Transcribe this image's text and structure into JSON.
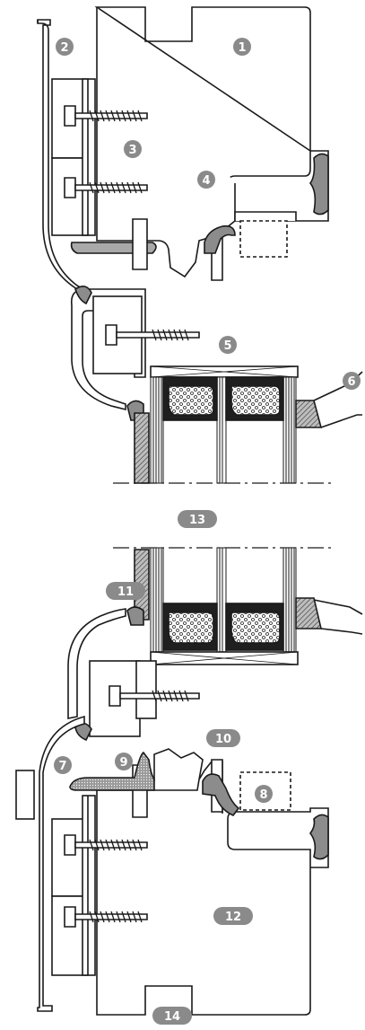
{
  "callouts": {
    "c1": "1",
    "c2": "2",
    "c3": "3",
    "c4": "4",
    "c5": "5",
    "c6": "6",
    "c7": "7",
    "c8": "8",
    "c9": "9",
    "c10": "10",
    "c11": "11",
    "c12": "12",
    "c13": "13",
    "c14": "14"
  },
  "colors": {
    "line": "#1a1a1a",
    "fill": "#ffffff",
    "badge": "#8a8a8a",
    "badge_text": "#ffffff",
    "gasket": "#7a7a7a",
    "spacer": "#222222",
    "seal": "#9a9a9a"
  }
}
